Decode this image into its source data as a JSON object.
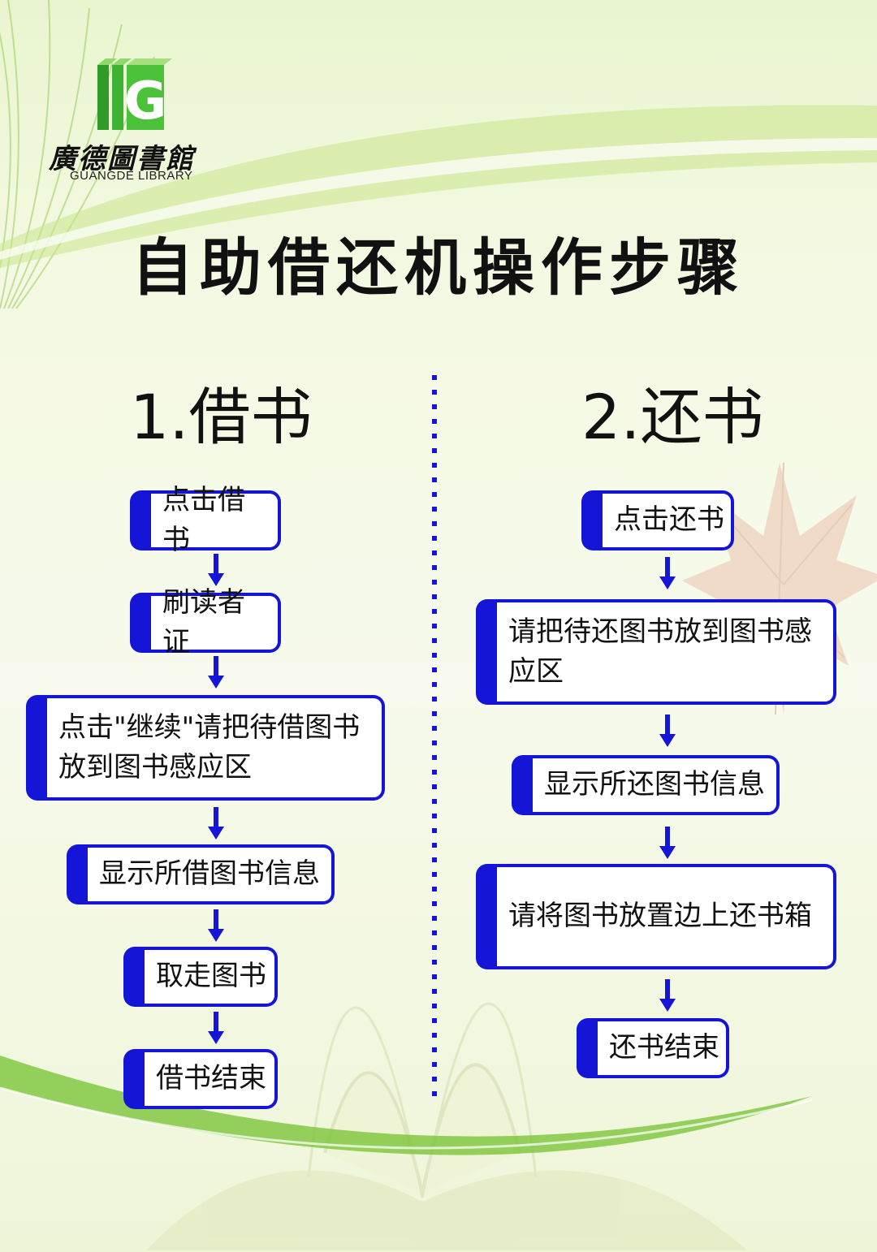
{
  "logo": {
    "letter": "G",
    "name_cn": "廣德圖書館",
    "name_en": "GUANGDE LIBRARY"
  },
  "title": "自助借还机操作步骤",
  "borrow": {
    "heading": "1.借书",
    "steps": [
      "点击借书",
      "刷读者证",
      "点击\"继续\"请把待借图书放到图书感应区",
      "显示所借图书信息",
      "取走图书",
      "借书结束"
    ]
  },
  "return": {
    "heading": "2.还书",
    "steps": [
      "点击还书",
      "请把待还图书放到图书感应区",
      "显示所还图书信息",
      "请将图书放置边上还书箱",
      "还书结束"
    ]
  },
  "colors": {
    "accent": "#1515d8",
    "green": "#5ab82a",
    "background": "#f4f9e3"
  },
  "icons": [
    "book-logo-icon",
    "maple-leaf-icon",
    "open-book-icon",
    "arrow-down-icon"
  ]
}
